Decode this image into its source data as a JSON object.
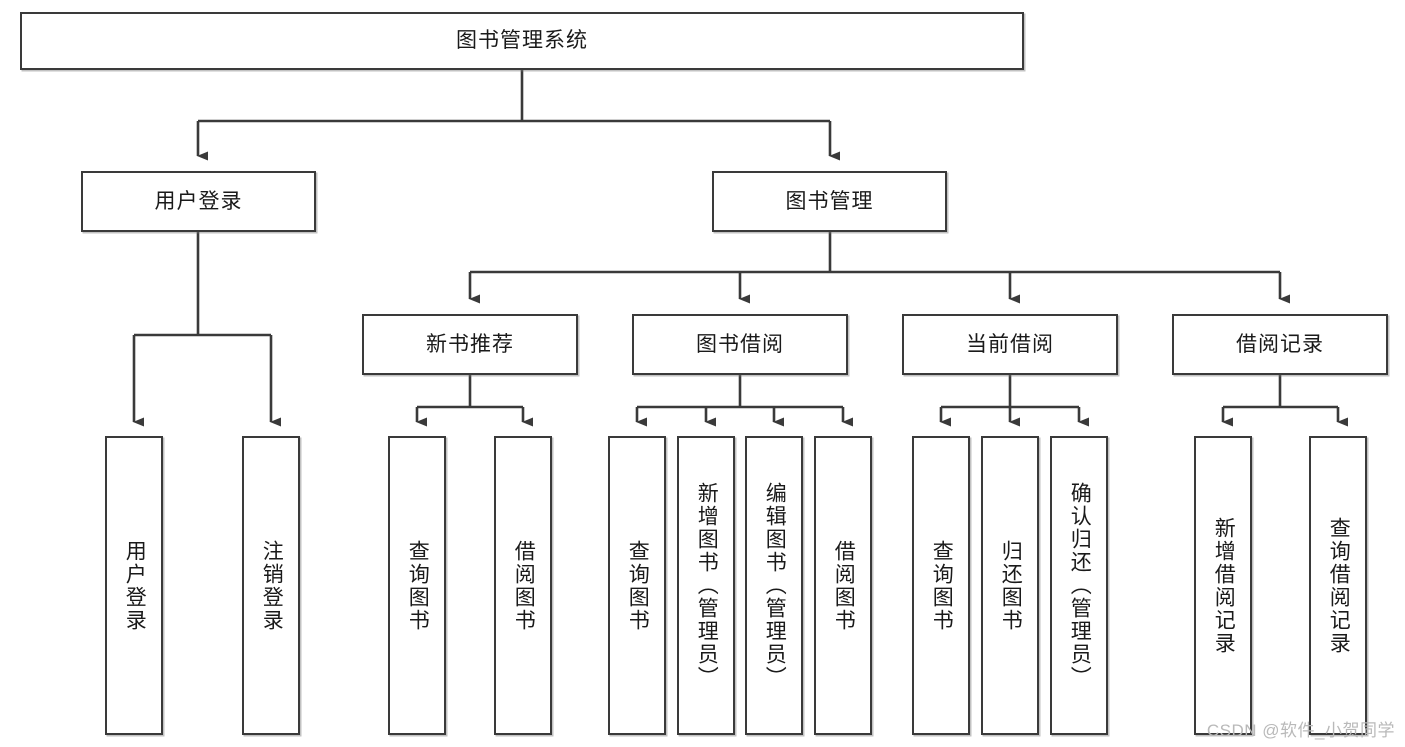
{
  "diagram": {
    "title": "图书管理系统",
    "type": "tree",
    "root": {
      "label": "图书管理系统"
    },
    "level2": [
      {
        "id": "user-login",
        "label": "用户登录"
      },
      {
        "id": "book-manage",
        "label": "图书管理"
      }
    ],
    "level3": [
      {
        "id": "new-book-recommend",
        "label": "新书推荐"
      },
      {
        "id": "book-borrow",
        "label": "图书借阅"
      },
      {
        "id": "current-borrow",
        "label": "当前借阅"
      },
      {
        "id": "borrow-record",
        "label": "借阅记录"
      }
    ],
    "leaves": [
      {
        "id": "leaf-user-login",
        "parent": "user-login",
        "label": "用户登录"
      },
      {
        "id": "leaf-logout",
        "parent": "user-login",
        "label": "注销登录"
      },
      {
        "id": "leaf-query-book-1",
        "parent": "new-book-recommend",
        "label": "查询图书"
      },
      {
        "id": "leaf-borrow-book-1",
        "parent": "new-book-recommend",
        "label": "借阅图书"
      },
      {
        "id": "leaf-query-book-2",
        "parent": "book-borrow",
        "label": "查询图书"
      },
      {
        "id": "leaf-add-book",
        "parent": "book-borrow",
        "label": "新增图书（管理员）"
      },
      {
        "id": "leaf-edit-book",
        "parent": "book-borrow",
        "label": "编辑图书（管理员）"
      },
      {
        "id": "leaf-borrow-book-2",
        "parent": "book-borrow",
        "label": "借阅图书"
      },
      {
        "id": "leaf-query-book-3",
        "parent": "current-borrow",
        "label": "查询图书"
      },
      {
        "id": "leaf-return-book",
        "parent": "current-borrow",
        "label": "归还图书"
      },
      {
        "id": "leaf-confirm-return",
        "parent": "current-borrow",
        "label": "确认归还（管理员）"
      },
      {
        "id": "leaf-add-record",
        "parent": "borrow-record",
        "label": "新增借阅记录"
      },
      {
        "id": "leaf-query-record",
        "parent": "borrow-record",
        "label": "查询借阅记录"
      }
    ],
    "colors": {
      "box_border": "#3a3a3a",
      "box_fill": "#ffffff",
      "connector": "#3a3a3a",
      "text": "#1a1a1a",
      "watermark": "#b9b9b9"
    }
  },
  "watermark": {
    "text": "CSDN @软件_小贺同学"
  }
}
